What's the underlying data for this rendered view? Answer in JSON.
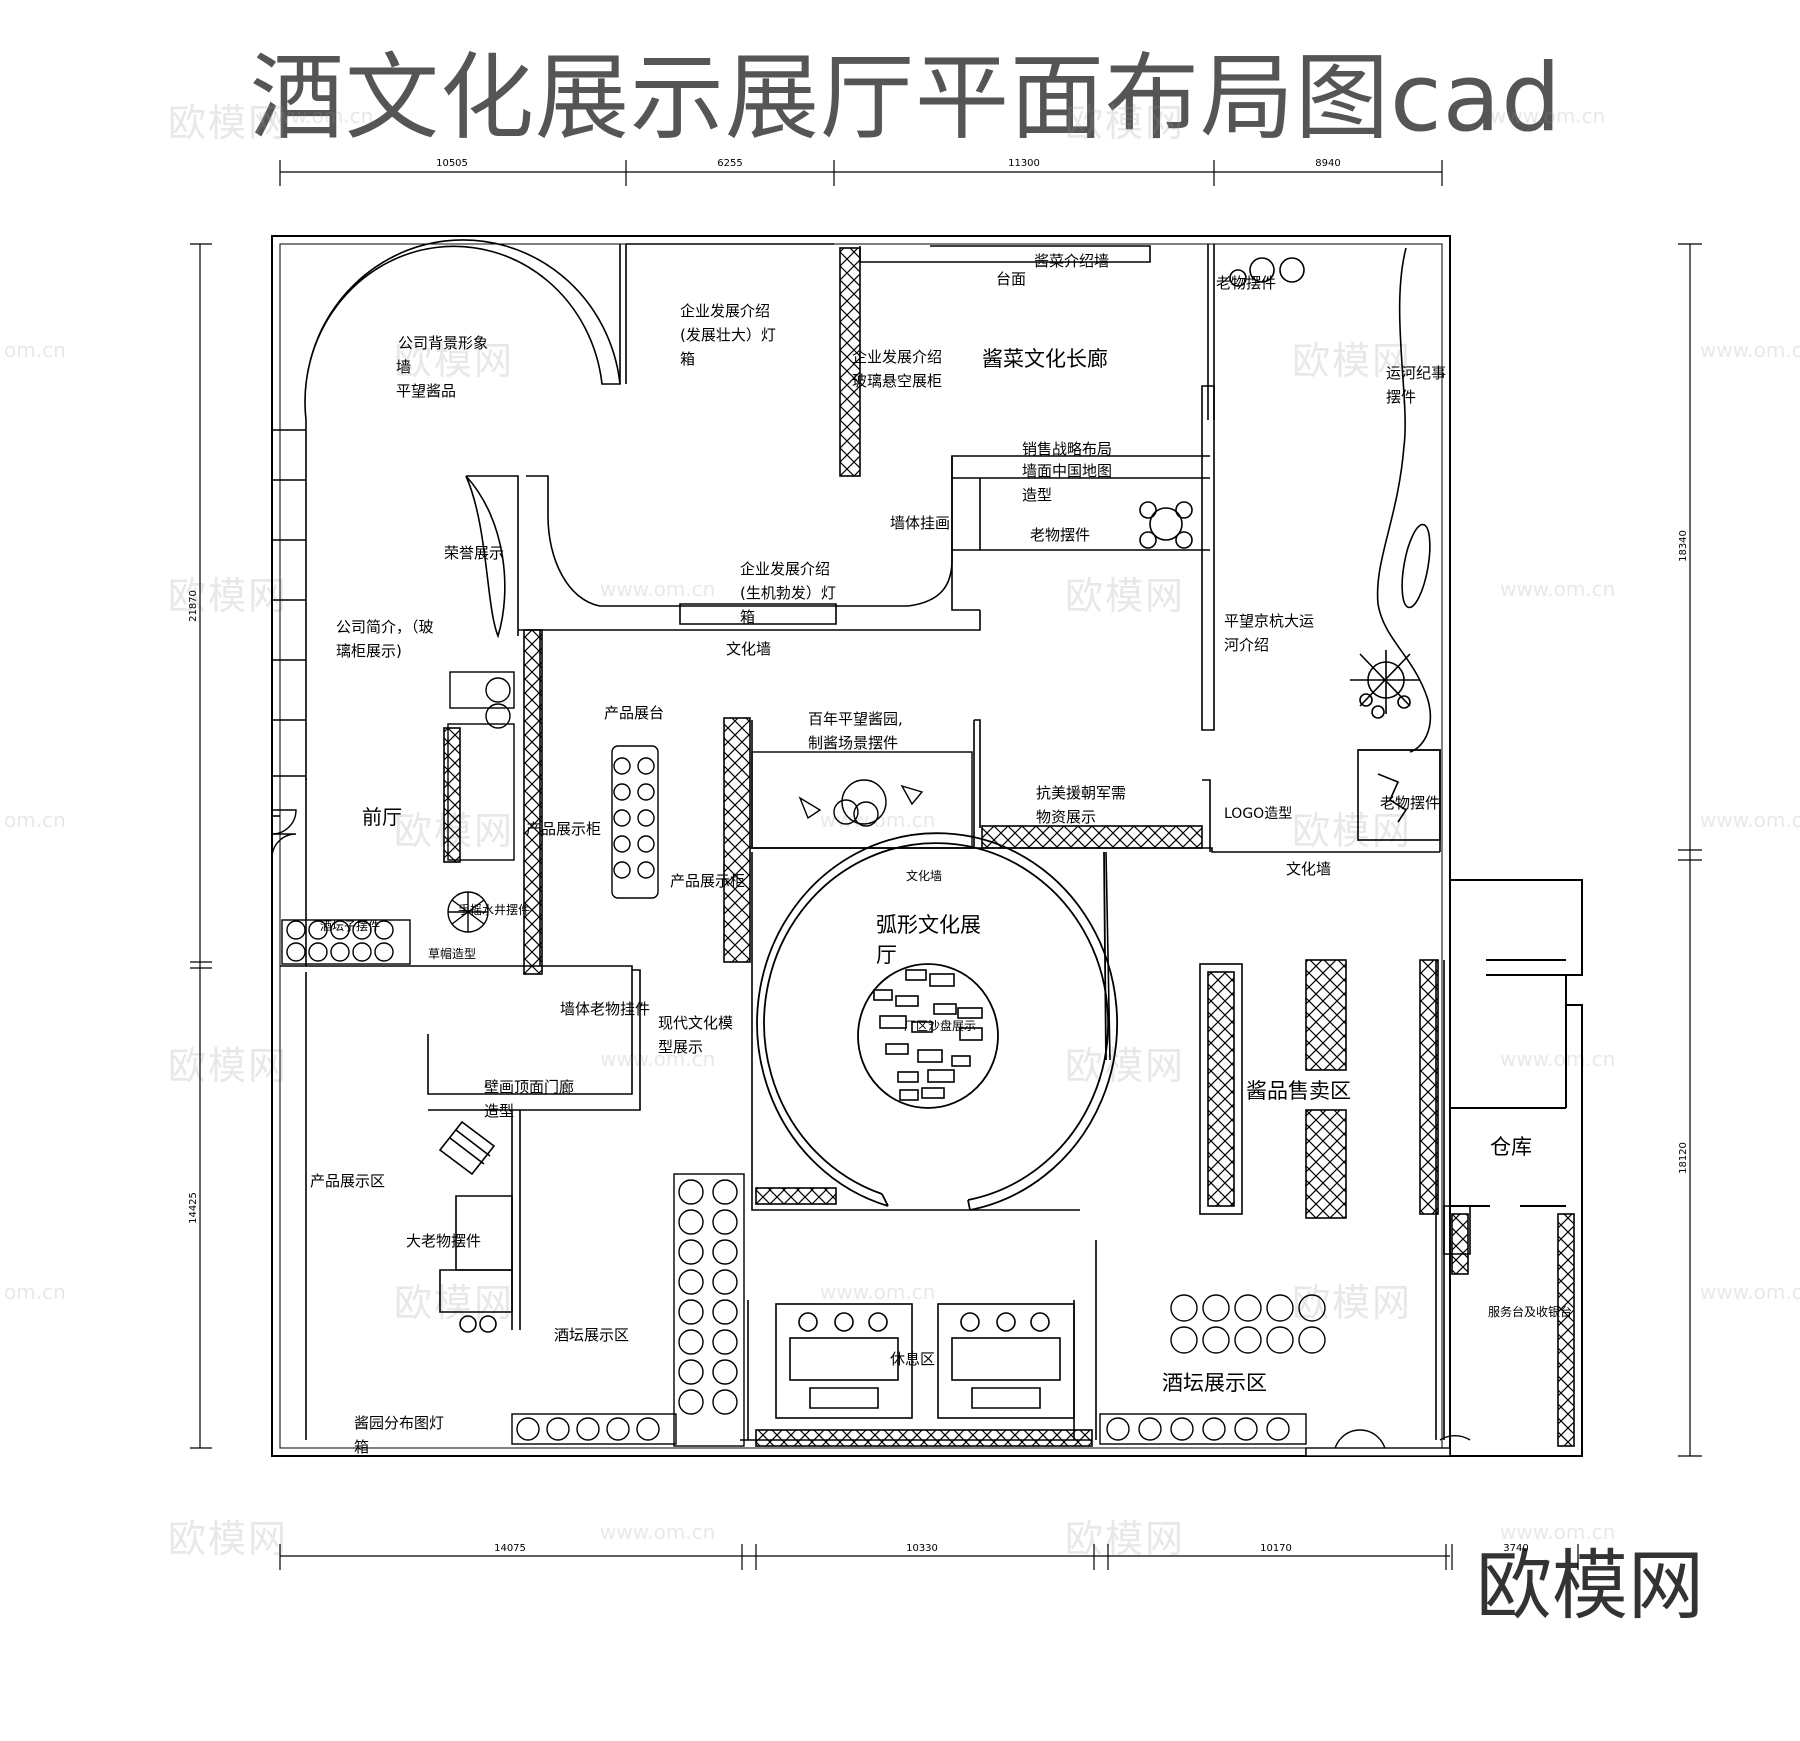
{
  "title": "酒文化展示展厅平面布局图cad",
  "brand": "欧模网",
  "watermark": {
    "cn": "欧模网",
    "url": "www.om.cn",
    "url_cut": "om.cn"
  },
  "dimensions": {
    "top": [
      "10505",
      "6255",
      "11300",
      "8940"
    ],
    "bottom": [
      "14075",
      "10330",
      "10170",
      "3740"
    ],
    "left": [
      "21870",
      "14425"
    ],
    "right": [
      "18340",
      "18120"
    ]
  },
  "labels": {
    "company_bg_wall": [
      "公司背景形象",
      "墙",
      "平望酱品"
    ],
    "dev_intro_lightbox_1": [
      "企业发展介绍",
      "(发展壮大）灯",
      "箱"
    ],
    "dev_intro_glass_cabinet": [
      "企业发展介绍",
      "玻璃悬空展柜"
    ],
    "pickle_intro_wall": "酱菜介绍墙",
    "counter": "台面",
    "old_items_top": "老物摆件",
    "pickle_corridor": "酱菜文化长廊",
    "canal_story": [
      "运河纪事",
      "摆件"
    ],
    "sales_strategy": [
      "销售战略布局",
      "墙面中国地图",
      "造型"
    ],
    "wall_hanging": "墙体挂画",
    "old_items_mid": "老物摆件",
    "honor_display": "荣誉展示",
    "dev_intro_lightbox_2": [
      "企业发展介绍",
      "(生机勃发）灯",
      "箱"
    ],
    "company_intro": [
      "公司简介，（玻",
      "璃柜展示)"
    ],
    "culture_wall_1": "文化墙",
    "canal_intro": [
      "平望京杭大运",
      "河介绍"
    ],
    "product_stand": "产品展台",
    "sauce_garden": [
      "百年平望酱园,",
      "制酱场景摆件"
    ],
    "lobby": "前厅",
    "product_cabinet_left": "产品展示柜",
    "product_cabinet_right": "产品展示柜",
    "anti_us_aid": [
      "抗美援朝军需",
      "物资展示"
    ],
    "logo_shape": "LOGO造型",
    "culture_wall_2": "文化墙",
    "culture_wall_arc": "文化墙",
    "arc_hall": [
      "弧形文化展",
      "厅"
    ],
    "sand_table": "厂区沙盘展示",
    "wine_jar_items": "酒坛子摆件",
    "hand_water_well": "手摇水井摆件",
    "grass_shape": "草帽造型",
    "wall_old_items": "墙体老物挂件",
    "modern_culture": [
      "现代文化模",
      "型展示"
    ],
    "mural_corridor": [
      "壁画顶面门廊",
      "造型"
    ],
    "sauce_sales": "酱品售卖区",
    "warehouse": "仓库",
    "product_area": "产品展示区",
    "big_old_items": "大老物摆件",
    "jar_area_left": "酒坛展示区",
    "rest_area": "休息区",
    "jar_area_right": "酒坛展示区",
    "service_desk": "服务台及收银台",
    "garden_map": [
      "酱园分布图灯",
      "箱"
    ],
    "old_items_right": "老物摆件"
  }
}
